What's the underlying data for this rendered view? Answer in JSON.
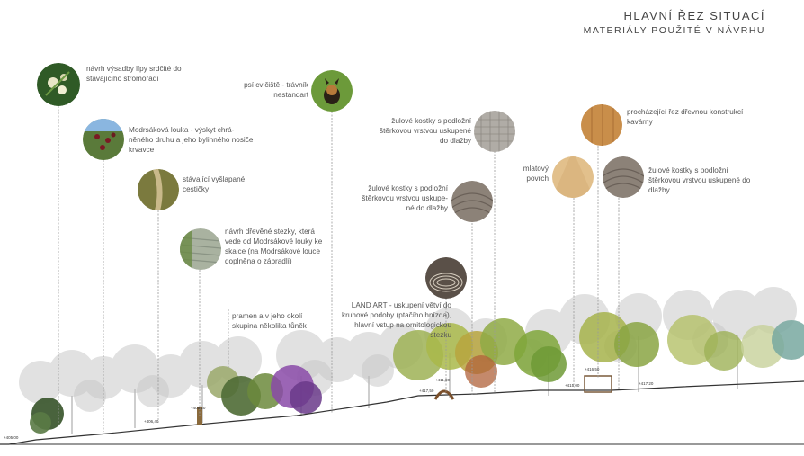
{
  "header": {
    "title": "HLAVNÍ ŘEZ SITUACÍ",
    "subtitle": "MATERIÁLY POUŽITÉ V NÁVRHU"
  },
  "annotations": {
    "linden": "návrh výsadby lípy srdčité do stávajícího stromořadí",
    "meadow": "Modrsáková louka - výskyt chrá- něného druhu a jeho bylinného nosiče krvavce",
    "path": "stávající vyšlapané cestičky",
    "boardwalk": "návrh dřevěné stezky, která vede od Modrsákové louky ke skalce (na Modrsákové louce doplněna o zábradlí)",
    "spring": "pramen a v jeho okolí skupina několika tůněk",
    "dog": "psí cvičiště - trávník nestandart",
    "granite_top": "žulové kostky s podložní štěrkovou vrstvou uskupené do dlažby",
    "granite_mid": "žulové kostky s podložní štěrkovou vrstvou uskupe- né do dlažby",
    "landart": "LAND ART - uskupení větví do kruhové podoby (ptačího hnízda), hlavní vstup na ornitologickou stezku",
    "wood": "procházející řez dřevnou konstrukcí kavárny",
    "clay": "mlatový povrch",
    "granite_right": "žulové kostky s podložní štěrkovou vrstvou uskupené do dlažby"
  },
  "elevations": [
    "+405,00",
    "+406,40",
    "+408,20",
    "+411,00",
    "+415,00",
    "+416,50",
    "+417,20",
    "+417,50"
  ],
  "icons": [
    "flower-icon",
    "meadow-icon",
    "path-icon",
    "boardwalk-icon",
    "dog-icon",
    "granite-cobble-icon",
    "granite-fan-icon",
    "nest-icon",
    "wood-icon",
    "clay-icon",
    "granite-fan-right-icon"
  ],
  "colors": {
    "text": "#555555",
    "leader": "#9a9a9a",
    "ground": "#333333",
    "tree_grey": "#d6d6d6",
    "tree_green": "#8fa840",
    "tree_purple": "#7d3f9b",
    "tree_dark": "#3f5b33"
  }
}
